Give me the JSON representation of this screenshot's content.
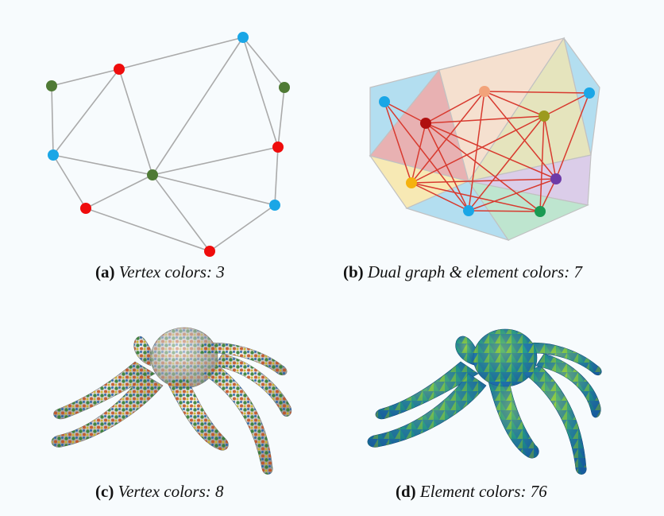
{
  "panels": [
    {
      "label": "(a)",
      "text": "Vertex colors: 3"
    },
    {
      "label": "(b)",
      "text": "Dual graph & element colors: 7"
    },
    {
      "label": "(c)",
      "text": "Vertex colors: 8"
    },
    {
      "label": "(d)",
      "text": "Element colors: 76"
    }
  ],
  "colors": {
    "edge": "#aaaaaa",
    "dual_edge": "#d83a2f",
    "red": "#ef0c0c",
    "blue": "#1aa6e6",
    "green": "#4f7a35",
    "peach": "#f2a37a",
    "olive": "#9c9a1f",
    "darkred": "#b01010",
    "orange": "#f5b20f",
    "purple": "#6d3aa8",
    "teal": "#1a9a52"
  }
}
